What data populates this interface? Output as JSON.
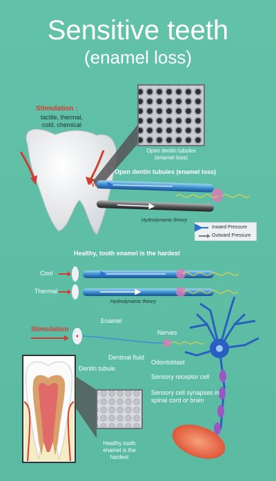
{
  "title": "Sensitive teeth",
  "subtitle": "(enamel loss)",
  "stimulation_heading": "Stimulation :",
  "stimulation_types": "tactile, thermal, cold, chemical",
  "zoom_top_caption": "Open dentin tubules (enamel loss)",
  "section1_heading": "Open dentin tubules (enamel loss)",
  "hydrodynamic_label_1": "Hydrodynamic theory",
  "legend": {
    "inward": "Inward Pressure",
    "outward": "Outward Pressure"
  },
  "section2_heading": "Healthy, tooth enamel is the hardest",
  "cool_label": "Cool",
  "thermal_label": "Thermal",
  "hydrodynamic_label_2": "Hydrodynamic theory",
  "stimulation_label": "Stimulation",
  "labels": {
    "enamel": "Enamel",
    "nerves": "Nerves",
    "dentinal_fluid": "Dentinal fluid",
    "dentin_tubule": "Dentin tubule",
    "odontoblast": "Odontoblast",
    "sensory_receptor": "Sensory receptor cell",
    "sensory_synapses": "Sensory cell synapses in spinal cord or brain"
  },
  "zoom_bottom_caption": "Healthy tooth enamel is the hardest",
  "colors": {
    "background": "#5fbfa6",
    "accent_red": "#d23b32",
    "inward_blue": "#2c6fd3",
    "neuron_blue": "#2a5fc2"
  }
}
